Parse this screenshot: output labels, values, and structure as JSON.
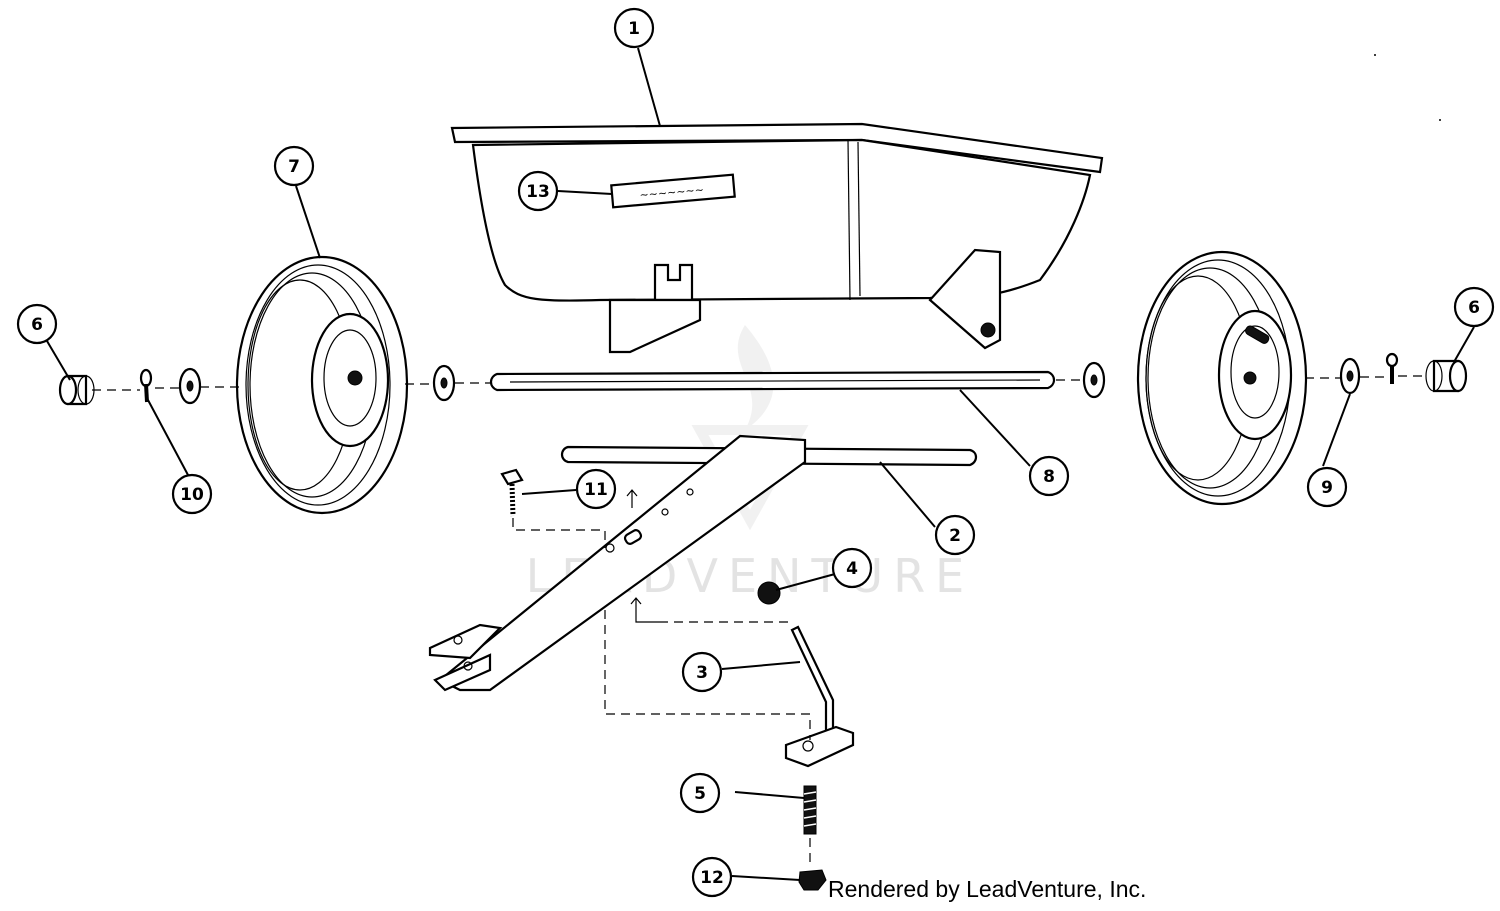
{
  "watermark": "LEADVENTURE",
  "credit": "Rendered by LeadVenture, Inc.",
  "callouts": [
    "1",
    "2",
    "3",
    "4",
    "5",
    "6",
    "6",
    "7",
    "8",
    "9",
    "10",
    "11",
    "12",
    "13"
  ]
}
